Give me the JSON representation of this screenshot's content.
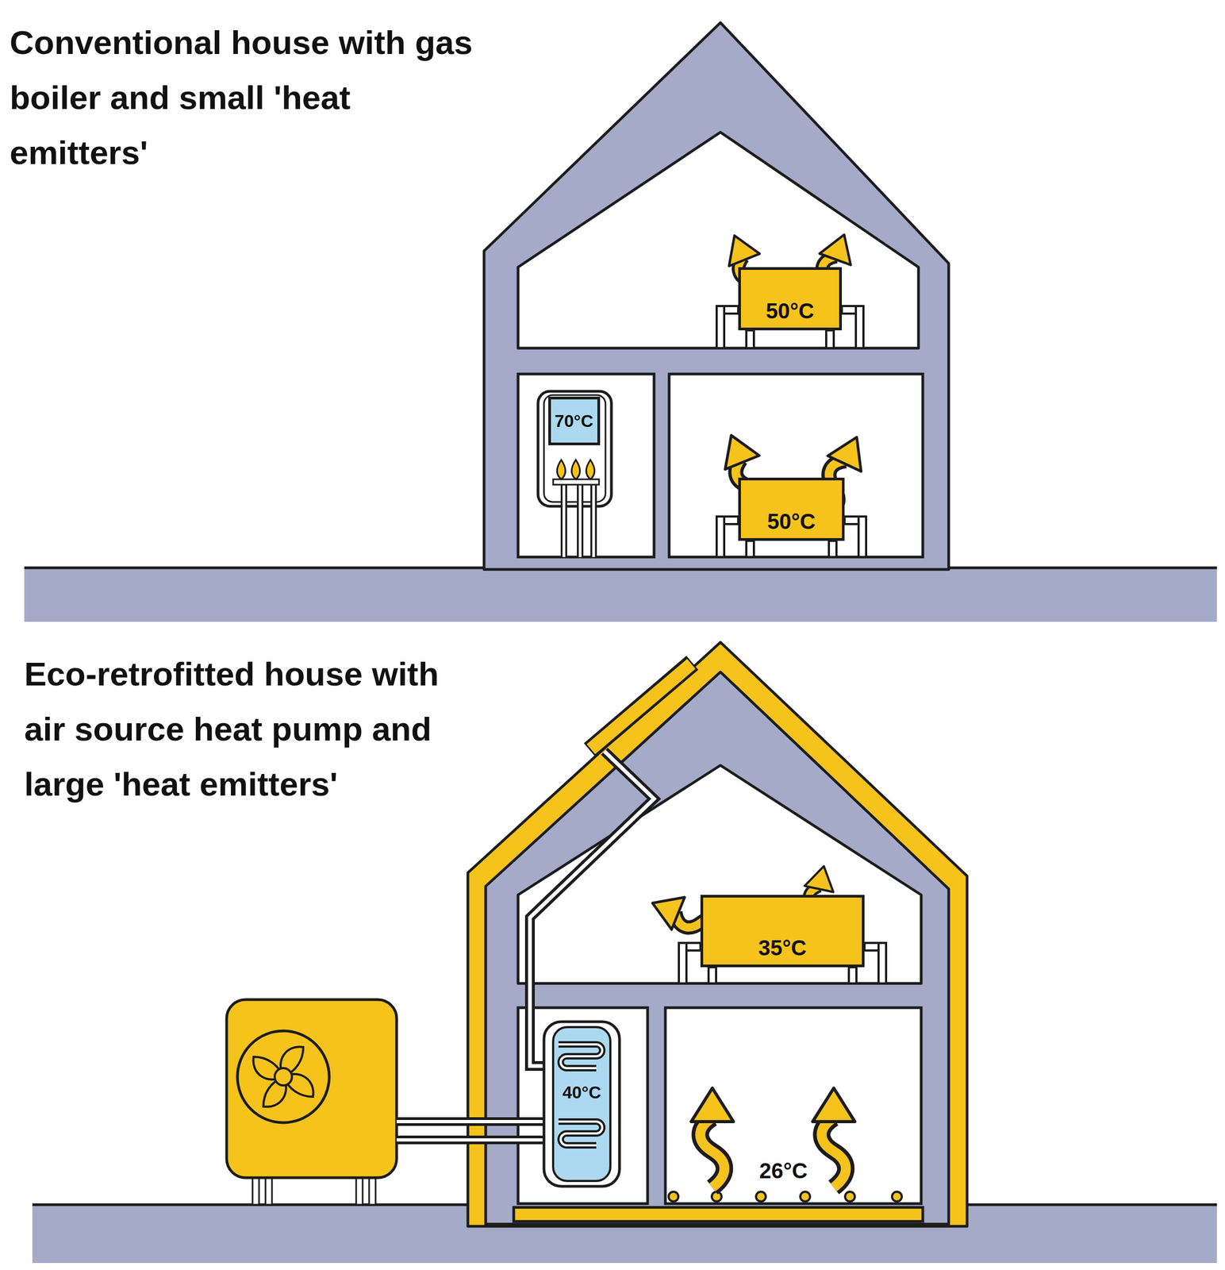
{
  "diagram": {
    "nodes": [
      {
        "text": [
          "50°C"
        ]
      },
      {
        "text": [
          "70°C"
        ]
      },
      {
        "text": [
          "50°C"
        ]
      },
      {
        "text": [
          "35°C"
        ]
      },
      {
        "text": [
          "40°C"
        ]
      }
    ],
    "labels": [
      "Conventional house with gas boiler and small 'heat emitters'",
      "Eco-retrofitted house with air source heat pump and large 'heat emitters'",
      "26°C"
    ]
  }
}
